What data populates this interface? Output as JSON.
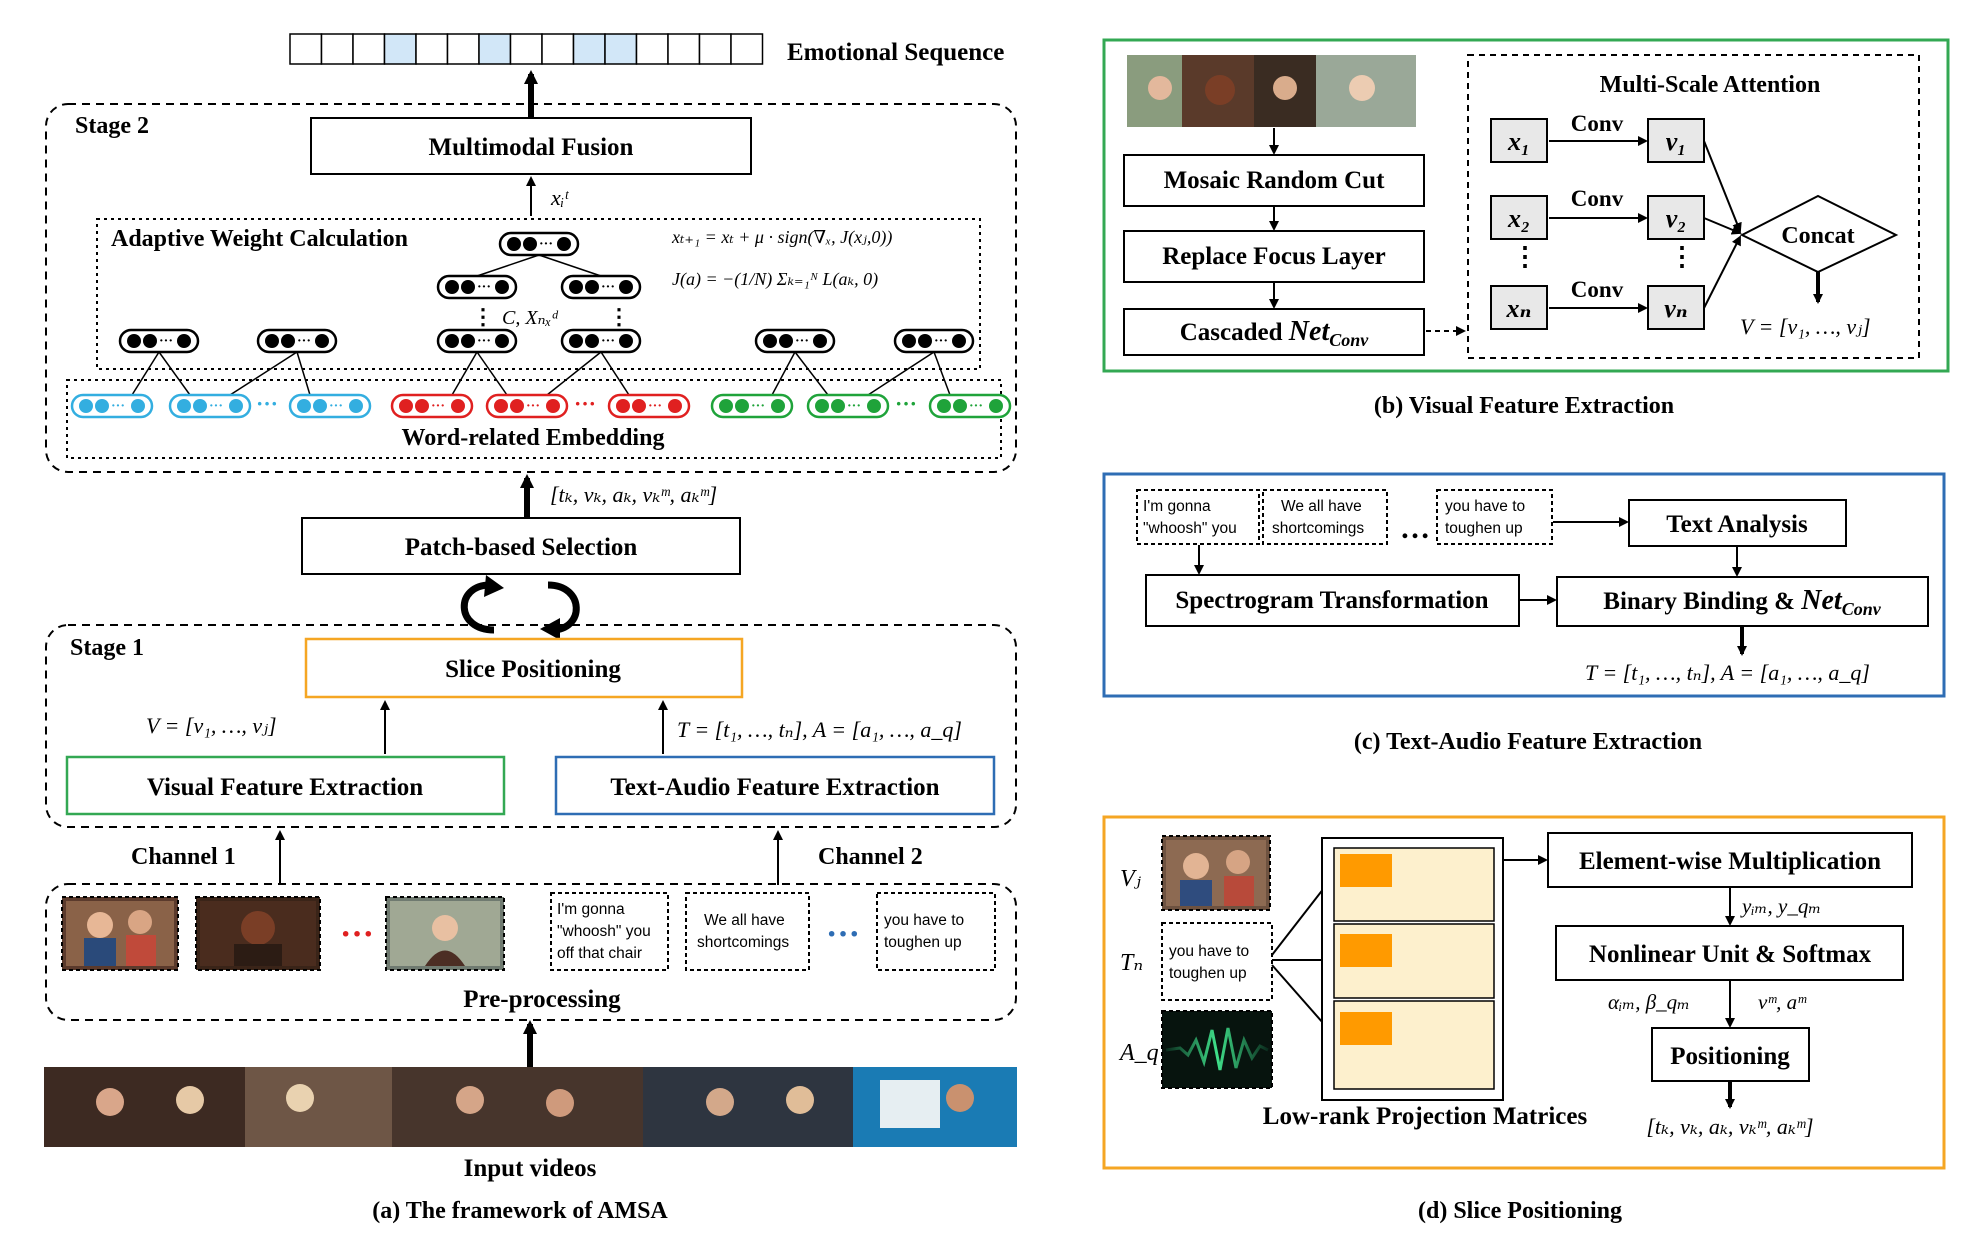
{
  "colors": {
    "green": "#33a853",
    "blue": "#2e6db4",
    "orange": "#f5a623",
    "black": "#000000",
    "cyan": "#33aee0",
    "red": "#e02020",
    "emb_green": "#1fa33a",
    "cell_blue": "#d2e7f8",
    "pale_yellow": "#fdf0cd",
    "patch_orange": "#ff9a00"
  },
  "panel_a": {
    "caption": "(a) The framework of AMSA",
    "emotional_sequence": "Emotional Sequence",
    "emotional_cells_highlighted": [
      3,
      6,
      9,
      10
    ],
    "stage2": "Stage 2",
    "multimodal_fusion": "Multimodal Fusion",
    "fusion_input": "xᵢᵗ",
    "adaptive_weight": "Adaptive Weight Calculation",
    "formula1": "xₜ₊₁ = xₜ + μ · sign(∇ₓ, J(xⱼ,0))",
    "formula2": "J(a) = −(1/N) Σₖ₌₁ᴺ L(aₖ, 0)",
    "matrix_label": "C, Xₙₓᵈ",
    "word_embedding": "Word-related Embedding",
    "selection_output": "[tₖ, vₖ, aₖ, vₖᵐ, aₖᵐ]",
    "patch_selection": "Patch-based Selection",
    "stage1": "Stage 1",
    "slice_positioning": "Slice Positioning",
    "v_vector": "V = [v₁, …, vⱼ]",
    "ta_vector": "T = [t₁, …, tₙ], A = [a₁, …, a_q]",
    "visual_fe": "Visual Feature Extraction",
    "text_audio_fe": "Text-Audio Feature Extraction",
    "channel1": "Channel 1",
    "channel2": "Channel 2",
    "quote1": "I'm gonna \"whoosh\" you off that chair",
    "quote2": "We all have shortcomings",
    "quote3": "you have to toughen up",
    "preprocessing": "Pre-processing",
    "input_videos": "Input videos"
  },
  "panel_b": {
    "caption": "(b) Visual Feature Extraction",
    "mosaic": "Mosaic Random Cut",
    "replace_focus": "Replace Focus Layer",
    "cascaded": "Cascaded",
    "net_conv": "Net",
    "net_conv_sub": "Conv",
    "msa_title": "Multi-Scale Attention",
    "inputs": [
      "x₁",
      "x₂",
      "xₙ"
    ],
    "outputs": [
      "v₁",
      "v₂",
      "vₙ"
    ],
    "conv": "Conv",
    "concat": "Concat",
    "v_out": "V = [v₁, …, vⱼ]"
  },
  "panel_c": {
    "caption": "(c) Text-Audio Feature Extraction",
    "quote1": "I'm gonna \"whoosh\" you",
    "quote2": "We all have shortcomings",
    "quote3": "you have to toughen up",
    "ellipsis": "…",
    "text_analysis": "Text Analysis",
    "spectrogram": "Spectrogram Transformation",
    "binary_binding": "Binary Binding &",
    "net": "Net",
    "net_sub": "Conv",
    "output": "T = [t₁, …, tₙ], A = [a₁, …, a_q]"
  },
  "panel_d": {
    "caption": "(d) Slice Positioning",
    "vj": "Vⱼ",
    "tn": "Tₙ",
    "aq": "A_q",
    "quote": "you have to toughen up",
    "low_rank": "Low-rank Projection Matrices",
    "elementwise": "Element-wise Multiplication",
    "y_label": "yᵢₘ, y_qₘ",
    "nonlinear": "Nonlinear Unit & Softmax",
    "alpha_beta": "αᵢₘ, β_qₘ",
    "vm_am": "vᵐ, aᵐ",
    "positioning": "Positioning",
    "output": "[tₖ, vₖ, aₖ, vₖᵐ, aₖᵐ]"
  }
}
